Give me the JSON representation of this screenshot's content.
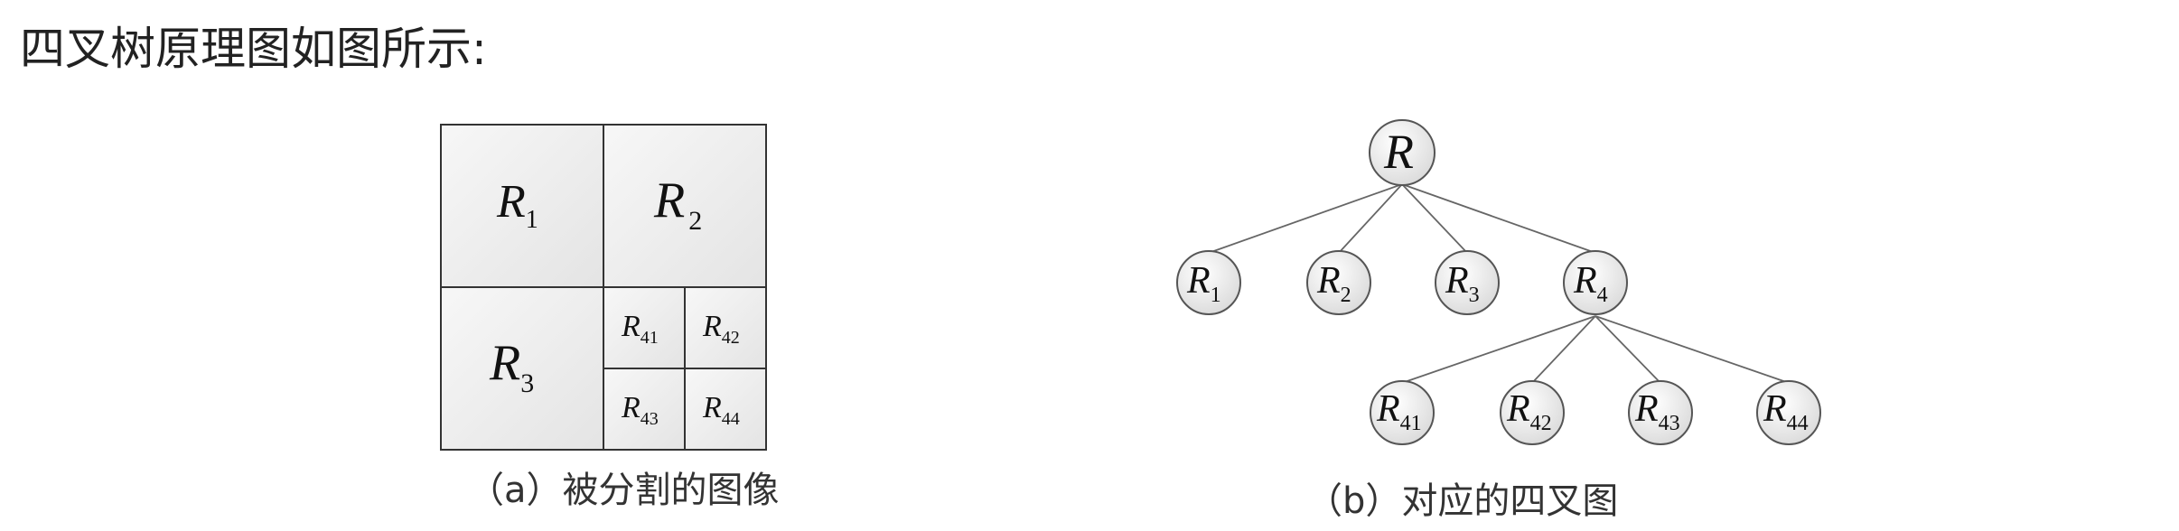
{
  "heading": "四叉树原理图如图所示:",
  "figure_a": {
    "caption": "（a）被分割的图像",
    "cells": [
      {
        "main": "R",
        "sub": "1"
      },
      {
        "main": "R",
        "sub": "2"
      },
      {
        "main": "R",
        "sub": "3"
      },
      {
        "main": "R",
        "sub": "41"
      },
      {
        "main": "R",
        "sub": "42"
      },
      {
        "main": "R",
        "sub": "43"
      },
      {
        "main": "R",
        "sub": "44"
      }
    ]
  },
  "figure_b": {
    "caption": "（b）对应的四叉图",
    "root": {
      "main": "R",
      "sub": ""
    },
    "level1": [
      {
        "main": "R",
        "sub": "1"
      },
      {
        "main": "R",
        "sub": "2"
      },
      {
        "main": "R",
        "sub": "3"
      },
      {
        "main": "R",
        "sub": "4"
      }
    ],
    "level2": [
      {
        "main": "R",
        "sub": "41"
      },
      {
        "main": "R",
        "sub": "42"
      },
      {
        "main": "R",
        "sub": "43"
      },
      {
        "main": "R",
        "sub": "44"
      }
    ]
  }
}
